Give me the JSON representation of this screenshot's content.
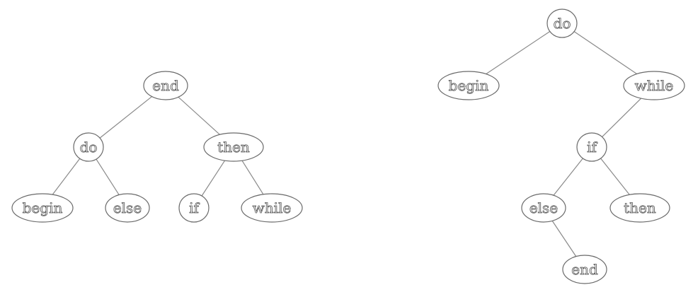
{
  "trees": [
    {
      "nodes": [
        {
          "id": "end",
          "label": "end"
        },
        {
          "id": "do",
          "label": "do"
        },
        {
          "id": "then",
          "label": "then"
        },
        {
          "id": "begin",
          "label": "begin"
        },
        {
          "id": "else",
          "label": "else"
        },
        {
          "id": "if",
          "label": "if"
        },
        {
          "id": "while",
          "label": "while"
        }
      ],
      "edges": [
        [
          "end",
          "do"
        ],
        [
          "end",
          "then"
        ],
        [
          "do",
          "begin"
        ],
        [
          "do",
          "else"
        ],
        [
          "then",
          "if"
        ],
        [
          "then",
          "while"
        ]
      ]
    },
    {
      "nodes": [
        {
          "id": "do",
          "label": "do"
        },
        {
          "id": "begin",
          "label": "begin"
        },
        {
          "id": "while",
          "label": "while"
        },
        {
          "id": "if",
          "label": "if"
        },
        {
          "id": "else",
          "label": "else"
        },
        {
          "id": "then",
          "label": "then"
        },
        {
          "id": "end",
          "label": "end"
        }
      ],
      "edges": [
        [
          "do",
          "begin"
        ],
        [
          "do",
          "while"
        ],
        [
          "while",
          "if"
        ],
        [
          "if",
          "else"
        ],
        [
          "if",
          "then"
        ],
        [
          "else",
          "end"
        ]
      ]
    }
  ]
}
